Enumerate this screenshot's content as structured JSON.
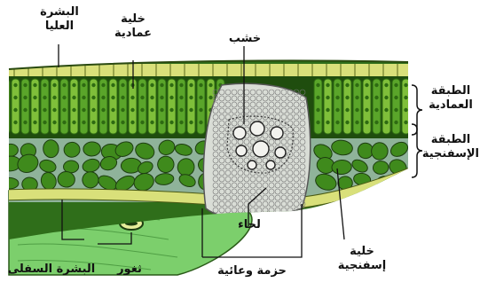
{
  "labels": {
    "upper_epidermis_line1": "البشرة",
    "upper_epidermis_line2": "العليا",
    "palisade_cell_line1": "خلية",
    "palisade_cell_line2": "عمادية",
    "xylem": "خشب",
    "palisade_layer_line1": "الطبقة",
    "palisade_layer_line2": "العمادية",
    "spongy_layer_line1": "الطبقة",
    "spongy_layer_line2": "الإسفنجية",
    "phloem": "لحاء",
    "spongy_cell_line1": "خلية",
    "spongy_cell_line2": "إسفنجية",
    "vascular_bundle": "حزمة وعائية",
    "stoma": "ثغور",
    "lower_epidermis": "البشرة السفلى"
  },
  "colors": {
    "epidermis": "#d9e07a",
    "palisade_light": "#7fbf3a",
    "palisade_dark": "#2e6b12",
    "spongy": "#3f8a1c",
    "air_space": "#8fb39a",
    "bundle_bg": "#d9ddd6",
    "lower_surface": "#8fd17a"
  },
  "icons": {
    "brace": "curly-brace",
    "leader": "line"
  }
}
